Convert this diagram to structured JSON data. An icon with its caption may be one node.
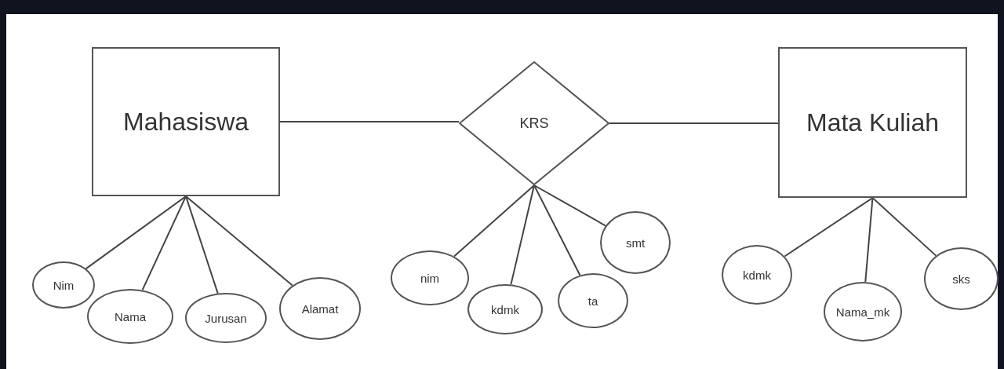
{
  "diagram": {
    "nodes": [
      {
        "text": [
          "Mahasiswa"
        ]
      },
      {
        "text": [
          "KRS"
        ]
      },
      {
        "text": [
          "Mata Kuliah"
        ]
      },
      {
        "text": [
          "Nim"
        ]
      },
      {
        "text": [
          "Nama"
        ]
      },
      {
        "text": [
          "Jurusan"
        ]
      },
      {
        "text": [
          "Alamat"
        ]
      },
      {
        "text": [
          "nim"
        ]
      },
      {
        "text": [
          "kdmk"
        ]
      },
      {
        "text": [
          "ta"
        ]
      },
      {
        "text": [
          "smt"
        ]
      },
      {
        "text": [
          "kdmk"
        ]
      },
      {
        "text": [
          "Nama_mk"
        ]
      },
      {
        "text": [
          "sks"
        ]
      }
    ],
    "edges": [
      {
        "from": 0,
        "to": 1,
        "arrow": "none"
      },
      {
        "from": 1,
        "to": 2,
        "arrow": "none"
      },
      {
        "from": 0,
        "to": 3,
        "arrow": "none"
      },
      {
        "from": 0,
        "to": 4,
        "arrow": "none"
      },
      {
        "from": 0,
        "to": 5,
        "arrow": "none"
      },
      {
        "from": 0,
        "to": 6,
        "arrow": "none"
      },
      {
        "from": 1,
        "to": 7,
        "arrow": "none"
      },
      {
        "from": 1,
        "to": 8,
        "arrow": "none"
      },
      {
        "from": 1,
        "to": 9,
        "arrow": "none"
      },
      {
        "from": 1,
        "to": 10,
        "arrow": "none"
      },
      {
        "from": 2,
        "to": 11,
        "arrow": "none"
      },
      {
        "from": 2,
        "to": 12,
        "arrow": "none"
      },
      {
        "from": 2,
        "to": 13,
        "arrow": "none"
      }
    ]
  }
}
